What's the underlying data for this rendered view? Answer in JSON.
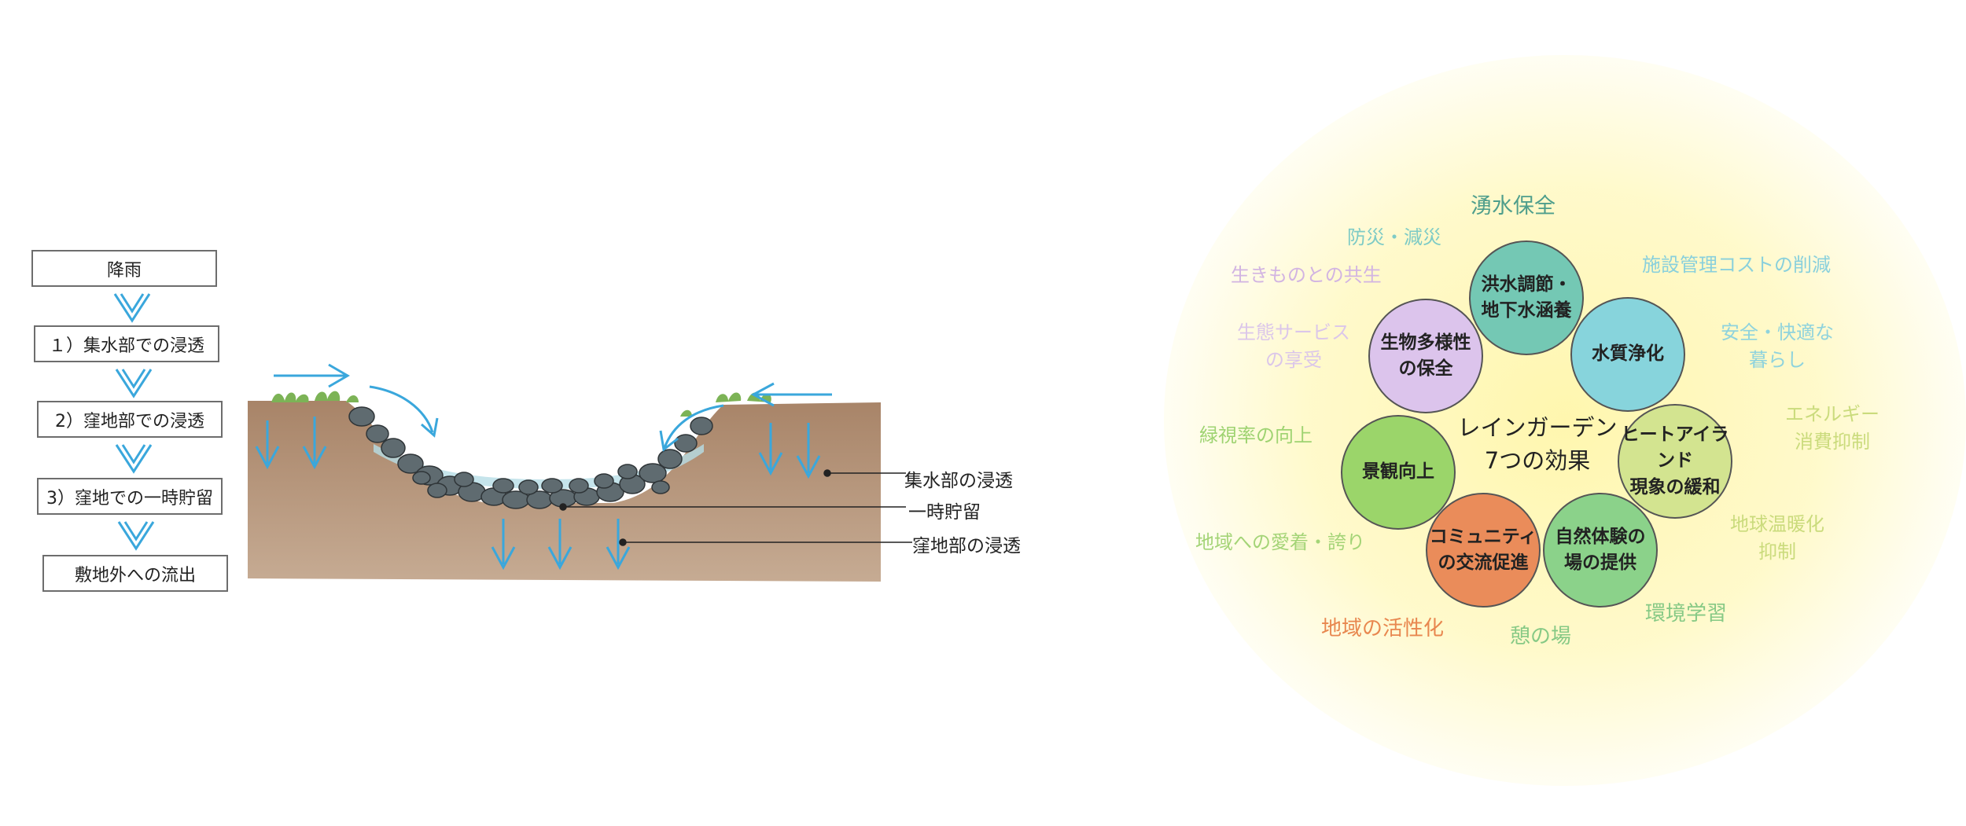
{
  "flow": {
    "steps": [
      "降雨",
      "１）集水部での浸透",
      "2）窪地部での浸透",
      "3）窪地での一時貯留",
      "敷地外への流出"
    ]
  },
  "section": {
    "labels": {
      "catchment_infiltration": "集水部の浸透",
      "temporary_storage": "一時貯留",
      "depression_infiltration": "窪地部の浸透"
    }
  },
  "effects": {
    "center_title": "レインガーデン\n7つの効果",
    "circles": [
      {
        "label": "洪水調節・\n地下水涵養",
        "color": "#74c8b4"
      },
      {
        "label": "水質浄化",
        "color": "#87d4dc"
      },
      {
        "label": "ヒートアイランド\n現象の緩和",
        "color": "#d3e490"
      },
      {
        "label": "自然体験の\n場の提供",
        "color": "#8bd28a"
      },
      {
        "label": "コミュニティ\nの交流促進",
        "color": "#ea8c5a"
      },
      {
        "label": "景観向上",
        "color": "#9bd56a"
      },
      {
        "label": "生物多様性\nの保全",
        "color": "#dcc4ec"
      }
    ],
    "benefits": [
      {
        "text": "湧水保全",
        "color": "#4e9e8c"
      },
      {
        "text": "防災・減災",
        "color": "#7ecbc6"
      },
      {
        "text": "生きものとの共生",
        "color": "#d2b4e2"
      },
      {
        "text": "施設管理コストの削減",
        "color": "#89d0dc"
      },
      {
        "text": "生態サービス\nの享受",
        "color": "#dbc6ea"
      },
      {
        "text": "安全・快適な\n暮らし",
        "color": "#8fd3dd"
      },
      {
        "text": "エネルギー\n消費抑制",
        "color": "#cadb7c"
      },
      {
        "text": "緑視率の向上",
        "color": "#9ed371"
      },
      {
        "text": "地球温暖化\n抑制",
        "color": "#cadb7c"
      },
      {
        "text": "地域への愛着・誇り",
        "color": "#a4d477"
      },
      {
        "text": "環境学習",
        "color": "#86c985"
      },
      {
        "text": "地域の活性化",
        "color": "#e8874f"
      },
      {
        "text": "憩の場",
        "color": "#86c985"
      }
    ]
  }
}
